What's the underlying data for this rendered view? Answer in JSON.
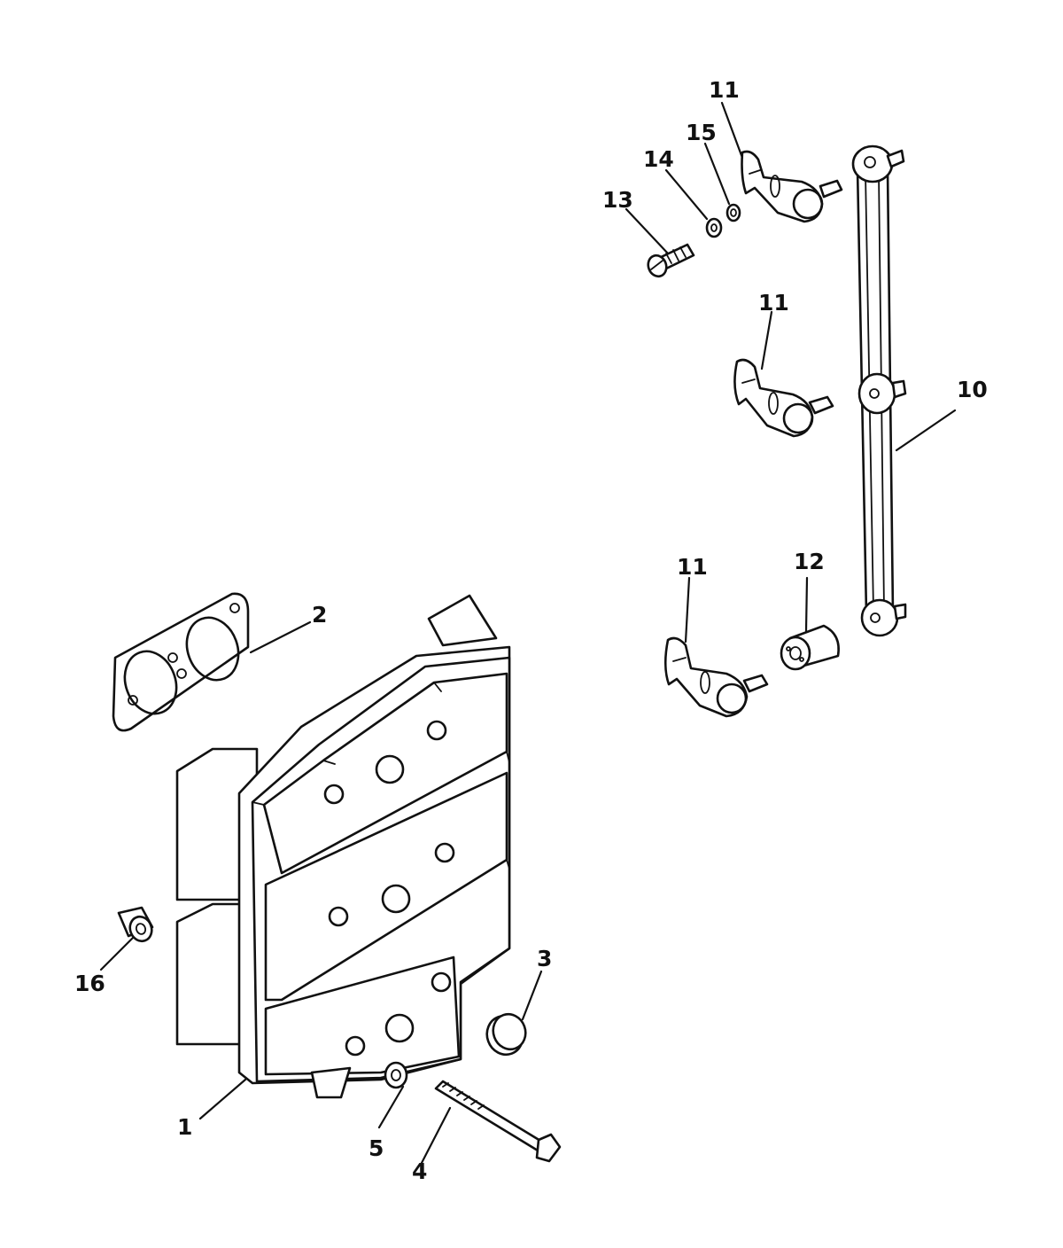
{
  "callouts": {
    "c1": "1",
    "c2": "2",
    "c3": "3",
    "c4": "4",
    "c5": "5",
    "c10": "10",
    "c11a": "11",
    "c11b": "11",
    "c11c": "11",
    "c12": "12",
    "c13": "13",
    "c14": "14",
    "c15": "15",
    "c16": "16"
  },
  "colors": {
    "line": "#111111",
    "background": "#ffffff"
  }
}
